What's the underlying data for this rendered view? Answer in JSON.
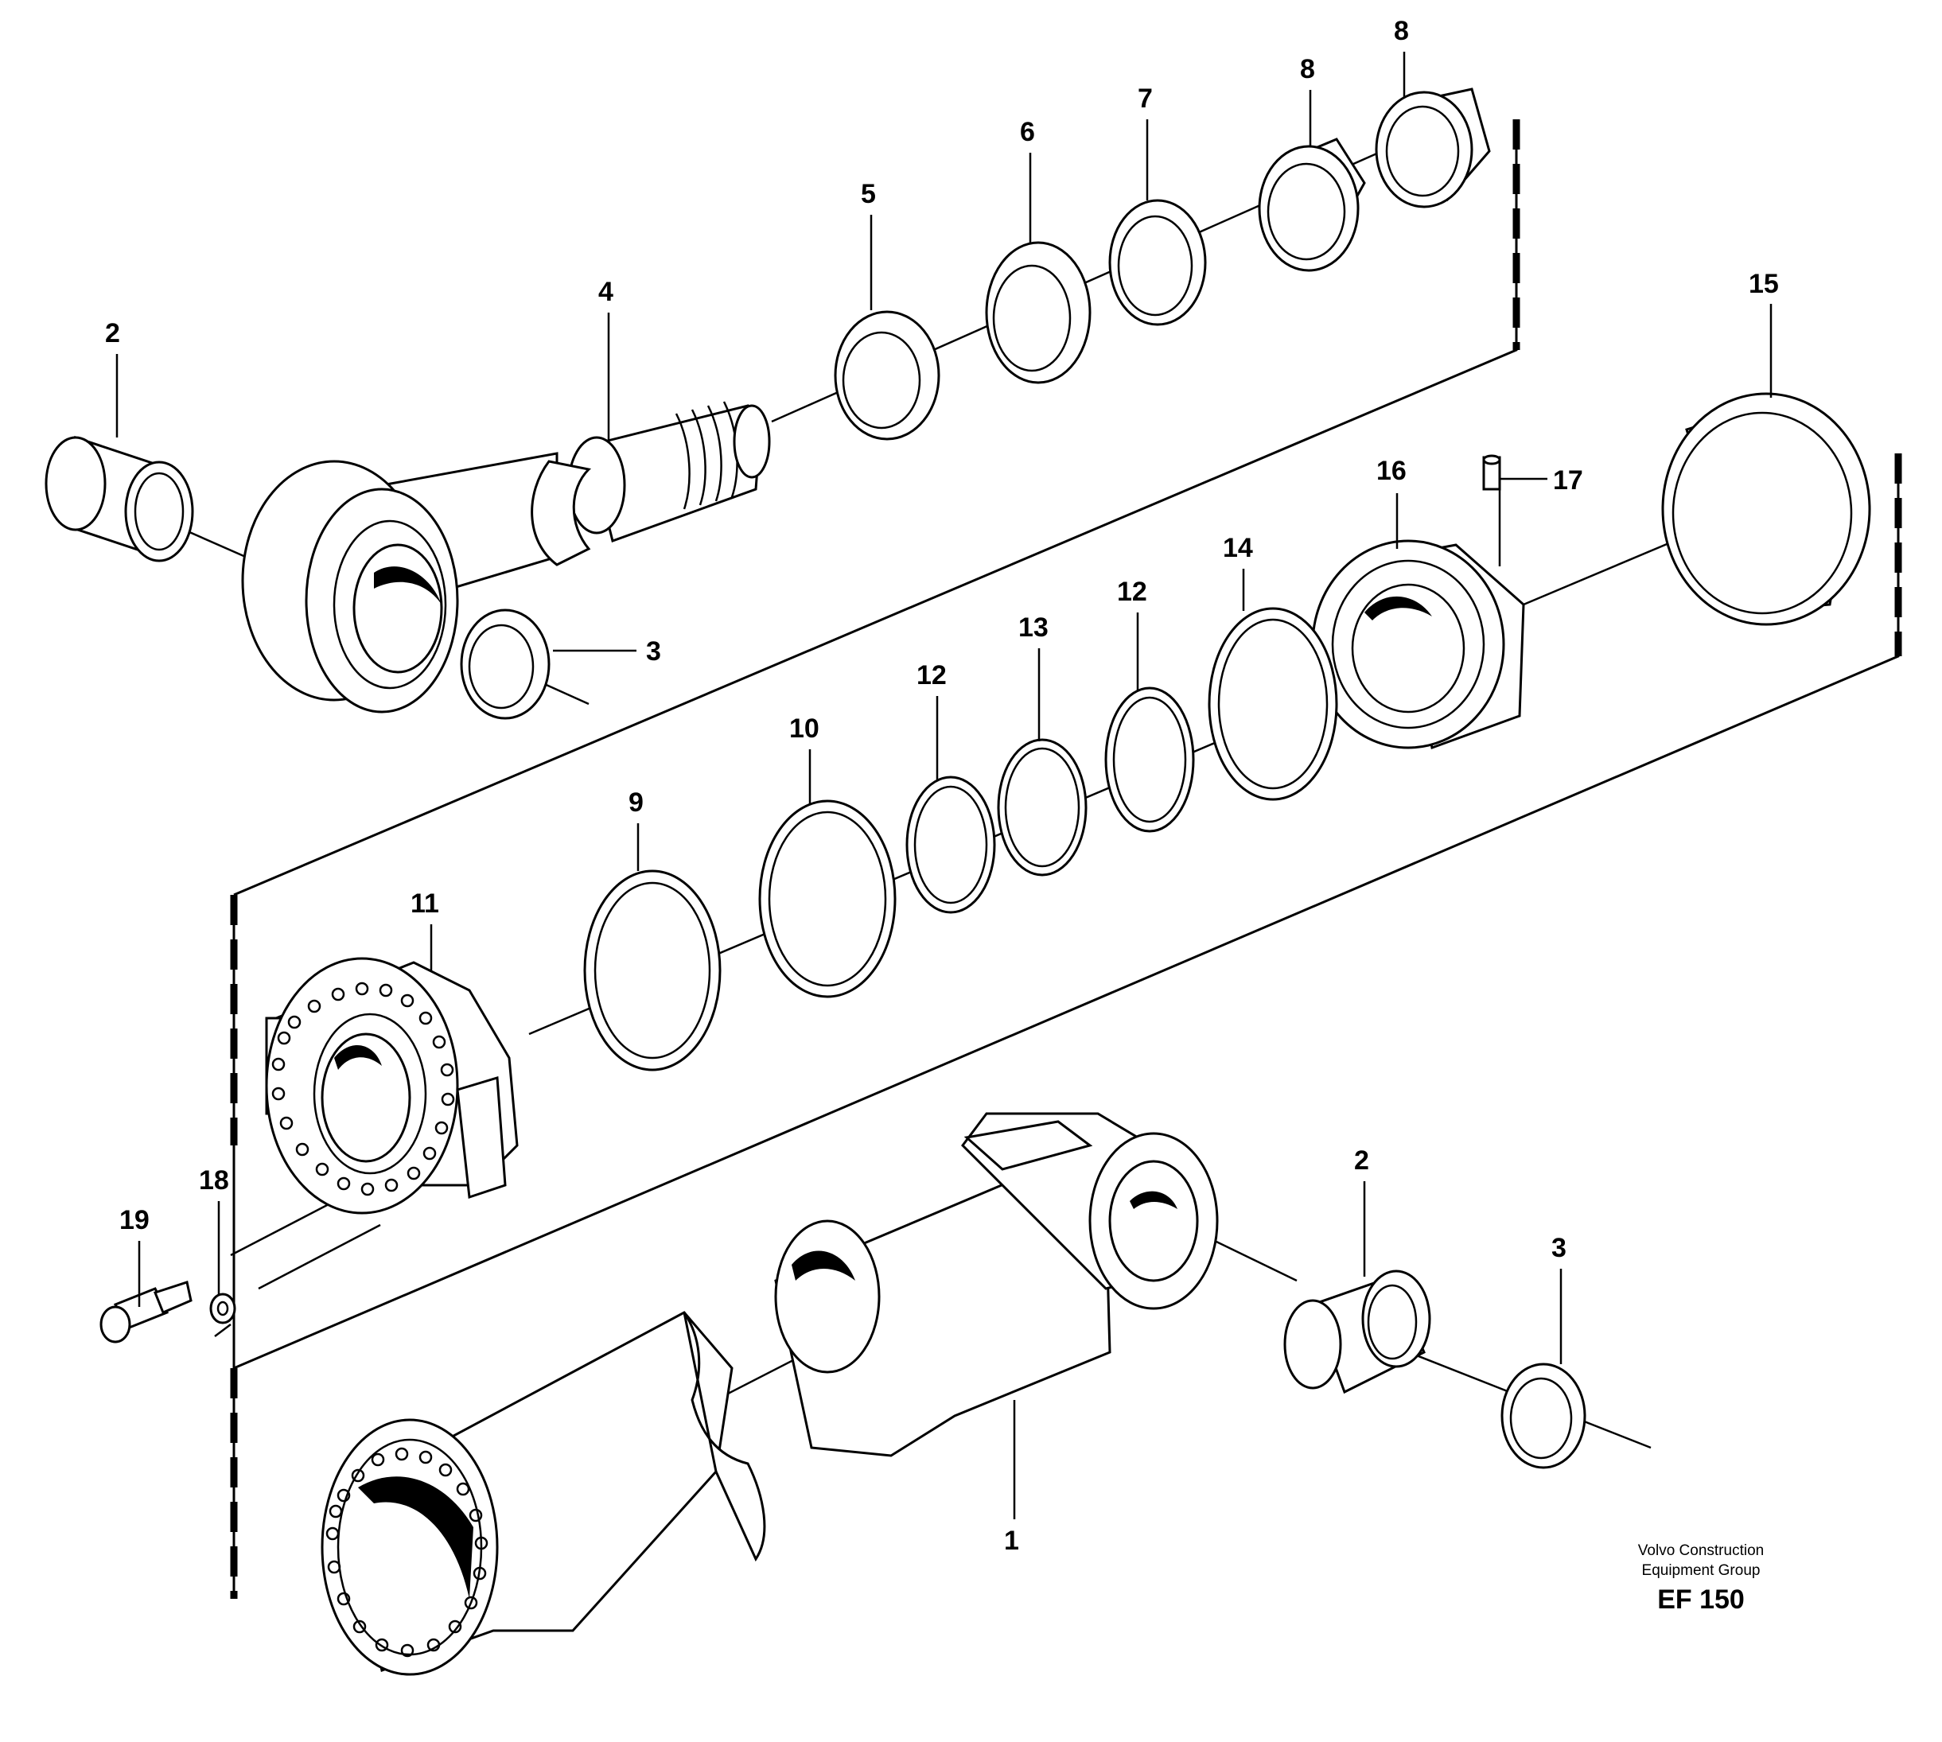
{
  "diagram": {
    "parts": [
      {
        "id": "label-1",
        "text": "1"
      },
      {
        "id": "label-2a",
        "text": "2"
      },
      {
        "id": "label-2b",
        "text": "2"
      },
      {
        "id": "label-3a",
        "text": "3"
      },
      {
        "id": "label-3b",
        "text": "3"
      },
      {
        "id": "label-4",
        "text": "4"
      },
      {
        "id": "label-5",
        "text": "5"
      },
      {
        "id": "label-6",
        "text": "6"
      },
      {
        "id": "label-7",
        "text": "7"
      },
      {
        "id": "label-8a",
        "text": "8"
      },
      {
        "id": "label-8b",
        "text": "8"
      },
      {
        "id": "label-9",
        "text": "9"
      },
      {
        "id": "label-10",
        "text": "10"
      },
      {
        "id": "label-11",
        "text": "11"
      },
      {
        "id": "label-12a",
        "text": "12"
      },
      {
        "id": "label-12b",
        "text": "12"
      },
      {
        "id": "label-13",
        "text": "13"
      },
      {
        "id": "label-14",
        "text": "14"
      },
      {
        "id": "label-15",
        "text": "15"
      },
      {
        "id": "label-16",
        "text": "16"
      },
      {
        "id": "label-17",
        "text": "17"
      },
      {
        "id": "label-18",
        "text": "18"
      },
      {
        "id": "label-19",
        "text": "19"
      }
    ],
    "credit": {
      "line1": "Volvo Construction",
      "line2": "Equipment Group",
      "code": "EF 150"
    }
  }
}
